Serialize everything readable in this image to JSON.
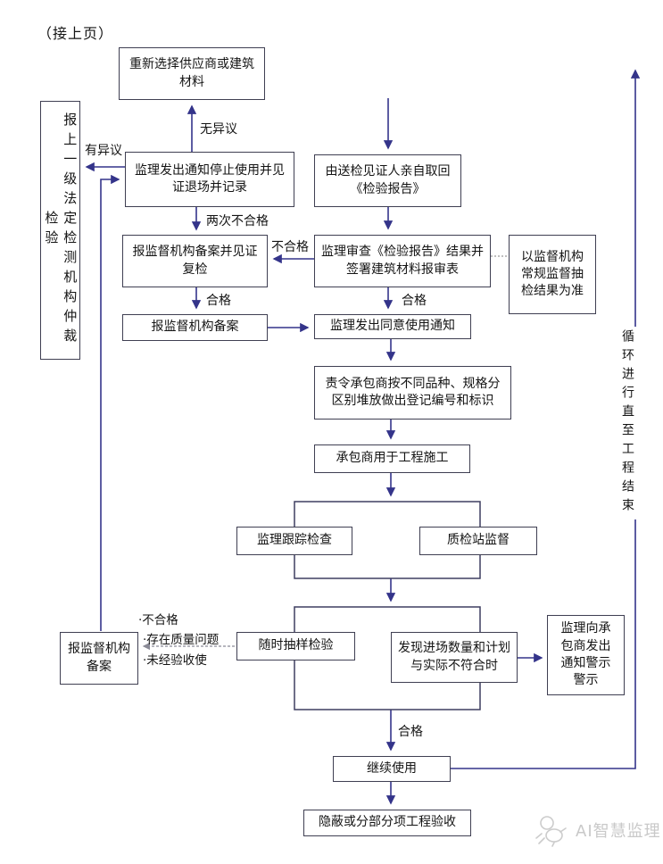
{
  "page_note": "（接上页）",
  "nodes": {
    "reselect": "重新选择供应商或建筑材料",
    "arbitration": "报上一级法定检测机构仲裁检验",
    "stop_use": "监理发出通知停止使用并见证退场并记录",
    "record_recheck": "报监督机构备案并见证复检",
    "record_file": "报监督机构备案",
    "fetch_report": "由送检见证人亲自取回《检验报告》",
    "review_report": "监理审查《检验报告》结果并签署建筑材料报审表",
    "bureau_standard": "以监督机构常规监督抽检结果为准",
    "agree_notice": "监理发出同意使用通知",
    "order_stack": "责令承包商按不同品种、规格分区别堆放做出登记编号和标识",
    "use_in_construction": "承包商用于工程施工",
    "tracking_check": "监理跟踪检查",
    "station_supervise": "质检站监督",
    "random_sampling": "随时抽样检验",
    "quantity_mismatch": "发现进场数量和计划与实际不符合时",
    "record_file_bottom": "报监督机构备案",
    "warn_notice": "监理向承包商发出通知警示警示",
    "continue_use": "继续使用",
    "acceptance": "隐蔽或分部分项工程验收"
  },
  "labels": {
    "no_objection": "无异议",
    "objection": "有异议",
    "twice_fail": "两次不合格",
    "fail": "不合格",
    "pass_1": "合格",
    "pass_2": "合格",
    "pass_3": "合格",
    "loop_note": "循环进行直至工程结束"
  },
  "bullets": [
    "·不合格",
    "·存在质量问题",
    "·未经验收使"
  ],
  "watermark": "AI智慧监理",
  "colors": {
    "line": "#34348a",
    "box_border": "#3f3f52",
    "frame": "#3e3e60",
    "dotted": "#999999",
    "gray_arrow": "#8a8a96",
    "watermark": "#c9c9c9"
  }
}
